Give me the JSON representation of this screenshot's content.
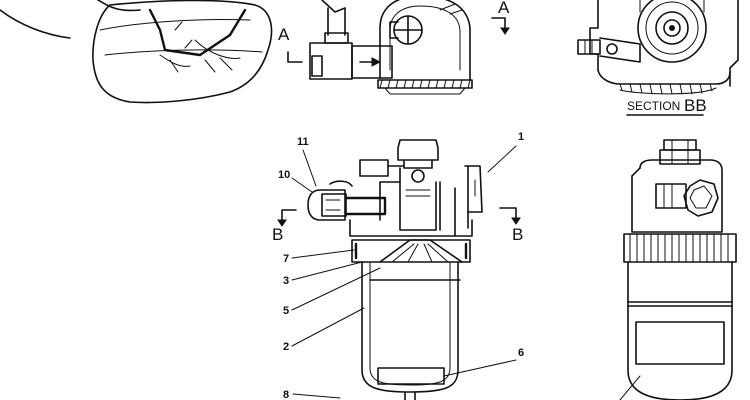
{
  "section_title": {
    "prefix": "SECTION",
    "letters": "BB"
  },
  "view_marks": {
    "a_left": "A",
    "a_right": "A",
    "b_left": "B",
    "b_right": "B"
  },
  "callouts": {
    "n1": "1",
    "n2": "2",
    "n3": "3",
    "n5": "5",
    "n6": "6",
    "n7": "7",
    "n8": "8",
    "n10": "10",
    "n11": "11"
  }
}
